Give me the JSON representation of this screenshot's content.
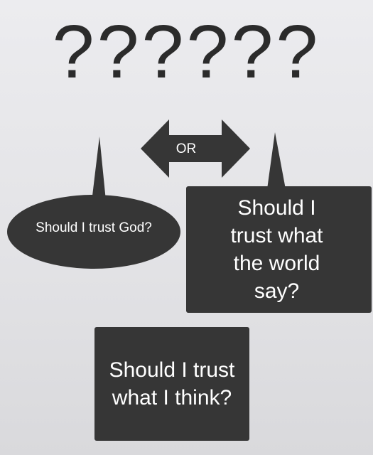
{
  "header": {
    "questions": "??????"
  },
  "connector": {
    "label": "OR"
  },
  "options": {
    "god": "Should I trust God?",
    "world": "Should I trust what the world say?",
    "self": "Should I trust what I think?"
  },
  "colors": {
    "background": "#e6e6e9",
    "shape_fill": "#363636",
    "text_light": "#ffffff",
    "text_dark": "#2b2b2b"
  }
}
